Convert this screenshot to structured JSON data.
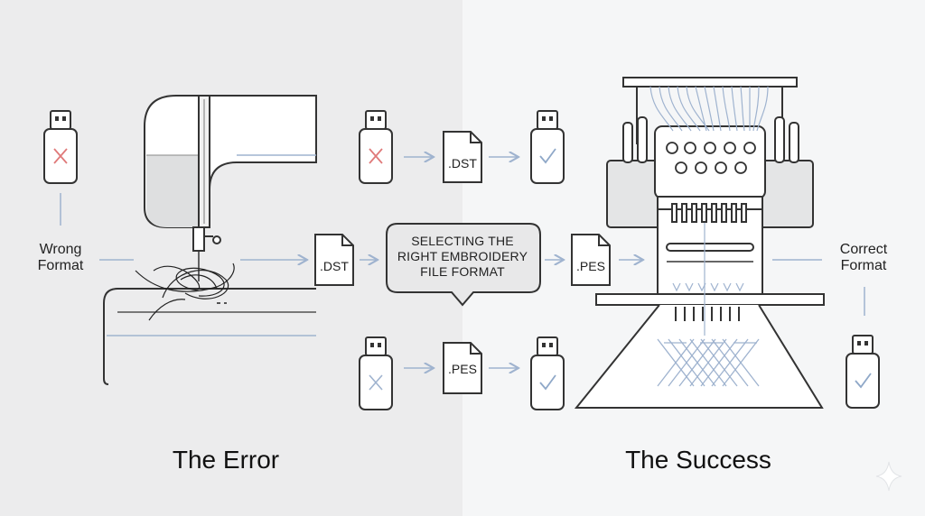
{
  "labels": {
    "wrong_format": [
      "Wrong",
      "Format"
    ],
    "correct_format": [
      "Correct",
      "Format"
    ]
  },
  "files": {
    "top": ".DST",
    "center_left": ".DST",
    "center_right": ".PES",
    "bottom": ".PES"
  },
  "bubble": [
    "SELECTING THE",
    "RIGHT EMBROIDERY",
    "FILE FORMAT"
  ],
  "titles": {
    "left": "The Error",
    "right": "The Success"
  },
  "icons": {
    "usb_error": "x-mark-icon",
    "usb_ok": "check-mark-icon"
  },
  "colors": {
    "error_x": "#e07a7a",
    "ok_check": "#8fa8c8",
    "connector": "#9fb3cf"
  }
}
